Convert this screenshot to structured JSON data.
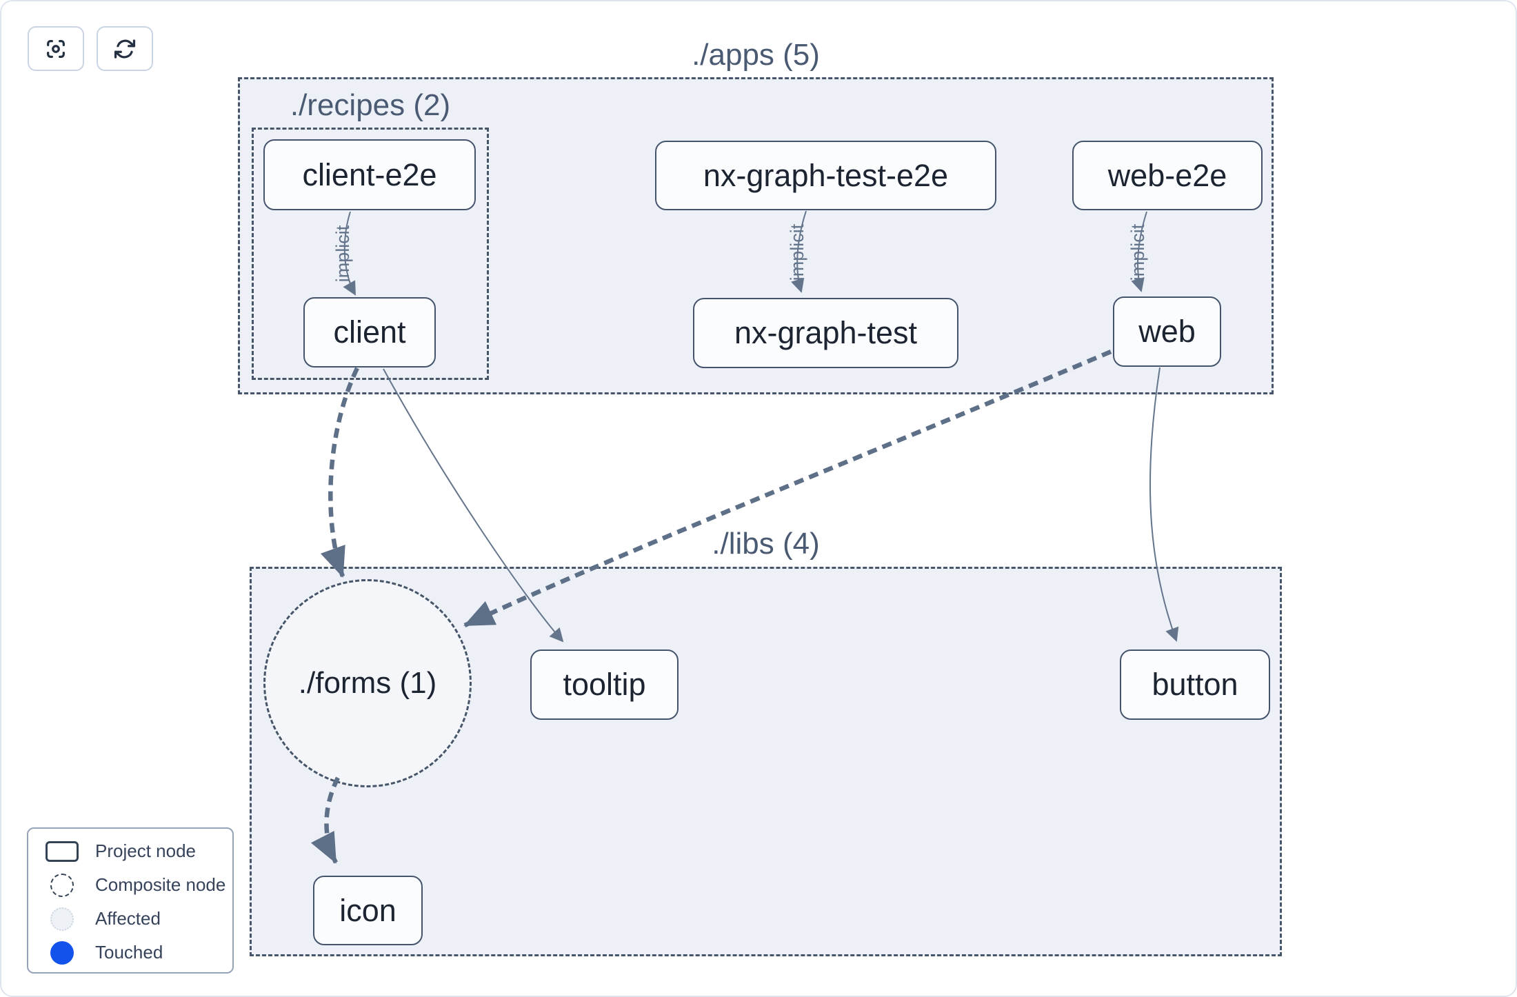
{
  "toolbar": {
    "buttons": [
      {
        "name": "focus",
        "icon": "focus-icon"
      },
      {
        "name": "refresh",
        "icon": "refresh-icon"
      }
    ]
  },
  "graph": {
    "clusters": {
      "apps": {
        "label": "./apps (5)"
      },
      "recipes": {
        "label": "./recipes (2)"
      },
      "libs": {
        "label": "./libs (4)"
      },
      "forms": {
        "label": "./forms (1)",
        "type": "composite"
      }
    },
    "nodes": {
      "client_e2e": {
        "label": "client-e2e"
      },
      "client": {
        "label": "client"
      },
      "nx_graph_test_e2e": {
        "label": "nx-graph-test-e2e"
      },
      "nx_graph_test": {
        "label": "nx-graph-test"
      },
      "web_e2e": {
        "label": "web-e2e"
      },
      "web": {
        "label": "web"
      },
      "tooltip": {
        "label": "tooltip"
      },
      "button": {
        "label": "button"
      },
      "icon": {
        "label": "icon"
      }
    },
    "edges": [
      {
        "from": "client-e2e",
        "to": "client",
        "label": "implicit",
        "style": "thin-solid"
      },
      {
        "from": "nx-graph-test-e2e",
        "to": "nx-graph-test",
        "label": "implicit",
        "style": "thin-solid"
      },
      {
        "from": "web-e2e",
        "to": "web",
        "label": "implicit",
        "style": "thin-solid"
      },
      {
        "from": "client",
        "to": "./forms (1)",
        "label": "",
        "style": "thick-dashed"
      },
      {
        "from": "client",
        "to": "tooltip",
        "label": "",
        "style": "thin-solid"
      },
      {
        "from": "web",
        "to": "./forms (1)",
        "label": "",
        "style": "thick-dashed"
      },
      {
        "from": "web",
        "to": "button",
        "label": "",
        "style": "thin-solid"
      },
      {
        "from": "./forms (1)",
        "to": "icon",
        "label": "",
        "style": "thick-dashed"
      }
    ]
  },
  "legend": {
    "items": [
      {
        "label": "Project node",
        "swatch": "project-rect-outline"
      },
      {
        "label": "Composite node",
        "swatch": "dashed-circle"
      },
      {
        "label": "Affected",
        "swatch": "affected-light-circle"
      },
      {
        "label": "Touched",
        "swatch": "touched-solid-circle",
        "color": "#1353ec"
      }
    ]
  },
  "colors": {
    "cluster_fill": "#edf1f7",
    "dashed_border": "#475569",
    "edge": "#64748b",
    "node_text": "#1c2432",
    "cluster_label": "#4a5a72",
    "touched_blue": "#1353ec"
  }
}
